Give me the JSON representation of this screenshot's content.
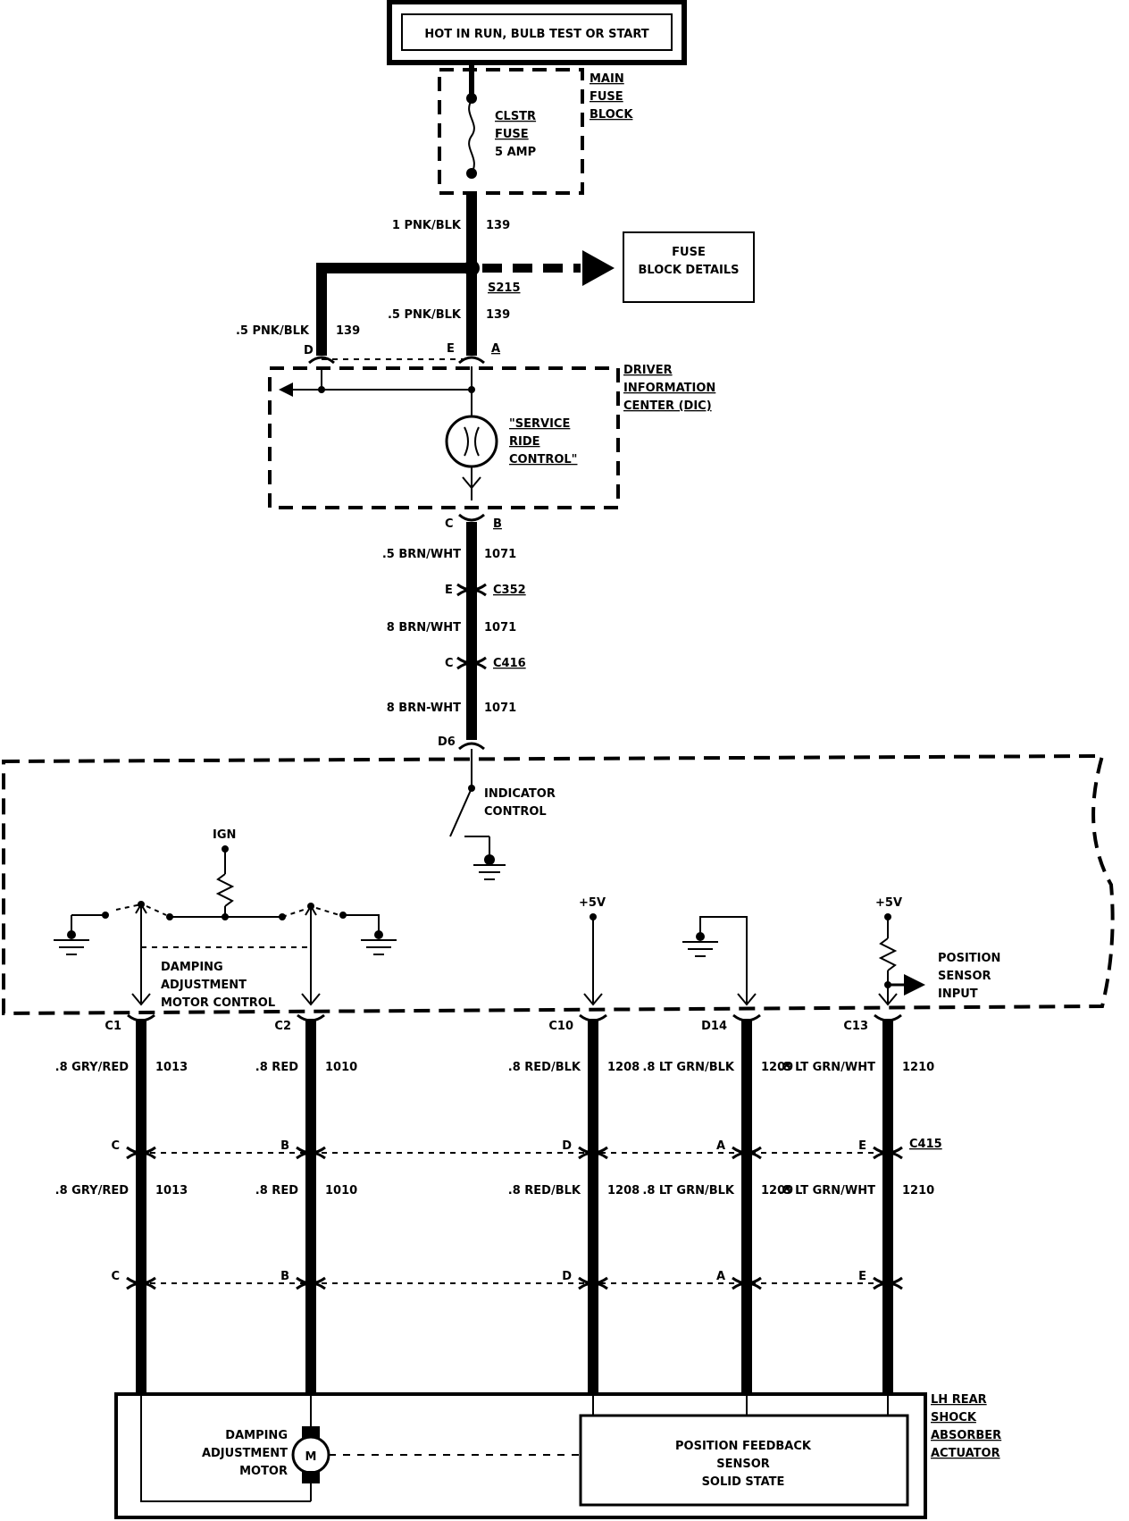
{
  "header": {
    "title": "HOT IN RUN, BULB TEST OR START"
  },
  "main_fuse_block": {
    "label_lines": [
      "MAIN",
      "FUSE",
      "BLOCK"
    ],
    "fuse_lines": [
      "CLSTR",
      "FUSE",
      "5 AMP"
    ]
  },
  "feed": {
    "wire_top": [
      "1 PNK/BLK",
      "139"
    ],
    "splice": "S215",
    "fuse_block_details": [
      "FUSE",
      "BLOCK DETAILS"
    ],
    "wire_left": [
      ".5 PNK/BLK",
      "139"
    ],
    "wire_right": [
      ".5 PNK/BLK",
      "139"
    ],
    "pins_top": [
      "D",
      "E",
      "A"
    ]
  },
  "dic": {
    "label_lines": [
      "DRIVER",
      "INFORMATION",
      "CENTER (DIC)"
    ],
    "lamp_lines": [
      "\"SERVICE",
      "RIDE",
      "CONTROL\""
    ],
    "pins_bottom": [
      "C",
      "B"
    ]
  },
  "harness": {
    "seg1": [
      ".5 BRN/WHT",
      "1071"
    ],
    "conn1": [
      "E",
      "C352"
    ],
    "seg2": [
      "8 BRN/WHT",
      "1071"
    ],
    "conn2": [
      "C",
      "C416"
    ],
    "seg3": [
      "8 BRN-WHT",
      "1071"
    ],
    "module_pin": "D6"
  },
  "module": {
    "indicator_lines": [
      "INDICATOR",
      "CONTROL"
    ],
    "ign": "IGN",
    "damping_lines": [
      "DAMPING",
      "ADJUSTMENT",
      "MOTOR CONTROL"
    ],
    "plus5v_a": "+5V",
    "plus5v_b": "+5V",
    "position_lines": [
      "POSITION",
      "SENSOR",
      "INPUT"
    ]
  },
  "circuits": [
    {
      "pin": "C1",
      "upper_wire": ".8 GRY/RED",
      "upper_num": "1013",
      "conn_pin": "C",
      "lower_wire": ".8 GRY/RED",
      "lower_num": "1013",
      "bottom_pin": "C"
    },
    {
      "pin": "C2",
      "upper_wire": ".8 RED",
      "upper_num": "1010",
      "conn_pin": "B",
      "lower_wire": ".8 RED",
      "lower_num": "1010",
      "bottom_pin": "B"
    },
    {
      "pin": "C10",
      "upper_wire": ".8 RED/BLK",
      "upper_num": "1208",
      "conn_pin": "D",
      "lower_wire": ".8 RED/BLK",
      "lower_num": "1208",
      "bottom_pin": "D"
    },
    {
      "pin": "D14",
      "upper_wire": ".8 LT GRN/BLK",
      "upper_num": "1209",
      "conn_pin": "A",
      "lower_wire": ".8 LT GRN/BLK",
      "lower_num": "1209",
      "bottom_pin": "A"
    },
    {
      "pin": "C13",
      "upper_wire": ".8 LT GRN/WHT",
      "upper_num": "1210",
      "conn_pin": "E",
      "lower_wire": ".8 LT GRN/WHT",
      "lower_num": "1210",
      "bottom_pin": "E"
    }
  ],
  "connector_c415": "C415",
  "actuator": {
    "label_lines": [
      "LH REAR",
      "SHOCK",
      "ABSORBER",
      "ACTUATOR"
    ],
    "motor_lines": [
      "DAMPING",
      "ADJUSTMENT",
      "MOTOR"
    ],
    "motor_symbol": "M",
    "sensor_lines": [
      "POSITION FEEDBACK",
      "SENSOR",
      "SOLID STATE"
    ]
  }
}
